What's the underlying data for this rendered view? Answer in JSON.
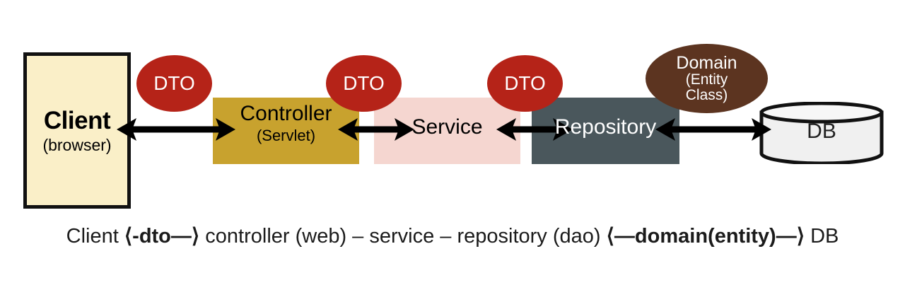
{
  "diagram": {
    "title": "Spring layered architecture data flow",
    "client": {
      "name": "Client",
      "sub": "(browser)",
      "fill": "#faefc8",
      "stroke": "#111111"
    },
    "layers": [
      {
        "key": "controller",
        "name": "Controller",
        "sub": "(Servlet)",
        "fill": "#c8a22e",
        "text_color": "#000000"
      },
      {
        "key": "service",
        "name": "Service",
        "sub": "",
        "fill": "#f5d6d0",
        "text_color": "#000000"
      },
      {
        "key": "repository",
        "name": "Repository",
        "sub": "",
        "fill": "#4a575c",
        "text_color": "#ffffff"
      }
    ],
    "database": {
      "name": "DB",
      "fill": "#f0f0f0",
      "stroke": "#111111"
    },
    "dto_bubbles": [
      {
        "label": "DTO",
        "fill": "#b52318"
      },
      {
        "label": "DTO",
        "fill": "#b52318"
      },
      {
        "label": "DTO",
        "fill": "#b52318"
      }
    ],
    "domain_bubble": {
      "line1": "Domain",
      "line2": "(Entity",
      "line3": "Class)",
      "fill": "#5c3420"
    },
    "arrows": [
      {
        "key": "client-controller",
        "type": "double-headed",
        "color": "#000000"
      },
      {
        "key": "controller-service",
        "type": "double-headed",
        "color": "#000000"
      },
      {
        "key": "service-repository",
        "type": "double-headed",
        "color": "#000000"
      },
      {
        "key": "repository-db",
        "type": "double-headed",
        "color": "#000000"
      }
    ],
    "caption": {
      "part1": "Client ",
      "bold1": "⟨-dto—⟩",
      "part2": " controller (web) – service – repository (dao) ",
      "bold2": "⟨—domain(entity)—⟩",
      "part3": " DB"
    }
  }
}
